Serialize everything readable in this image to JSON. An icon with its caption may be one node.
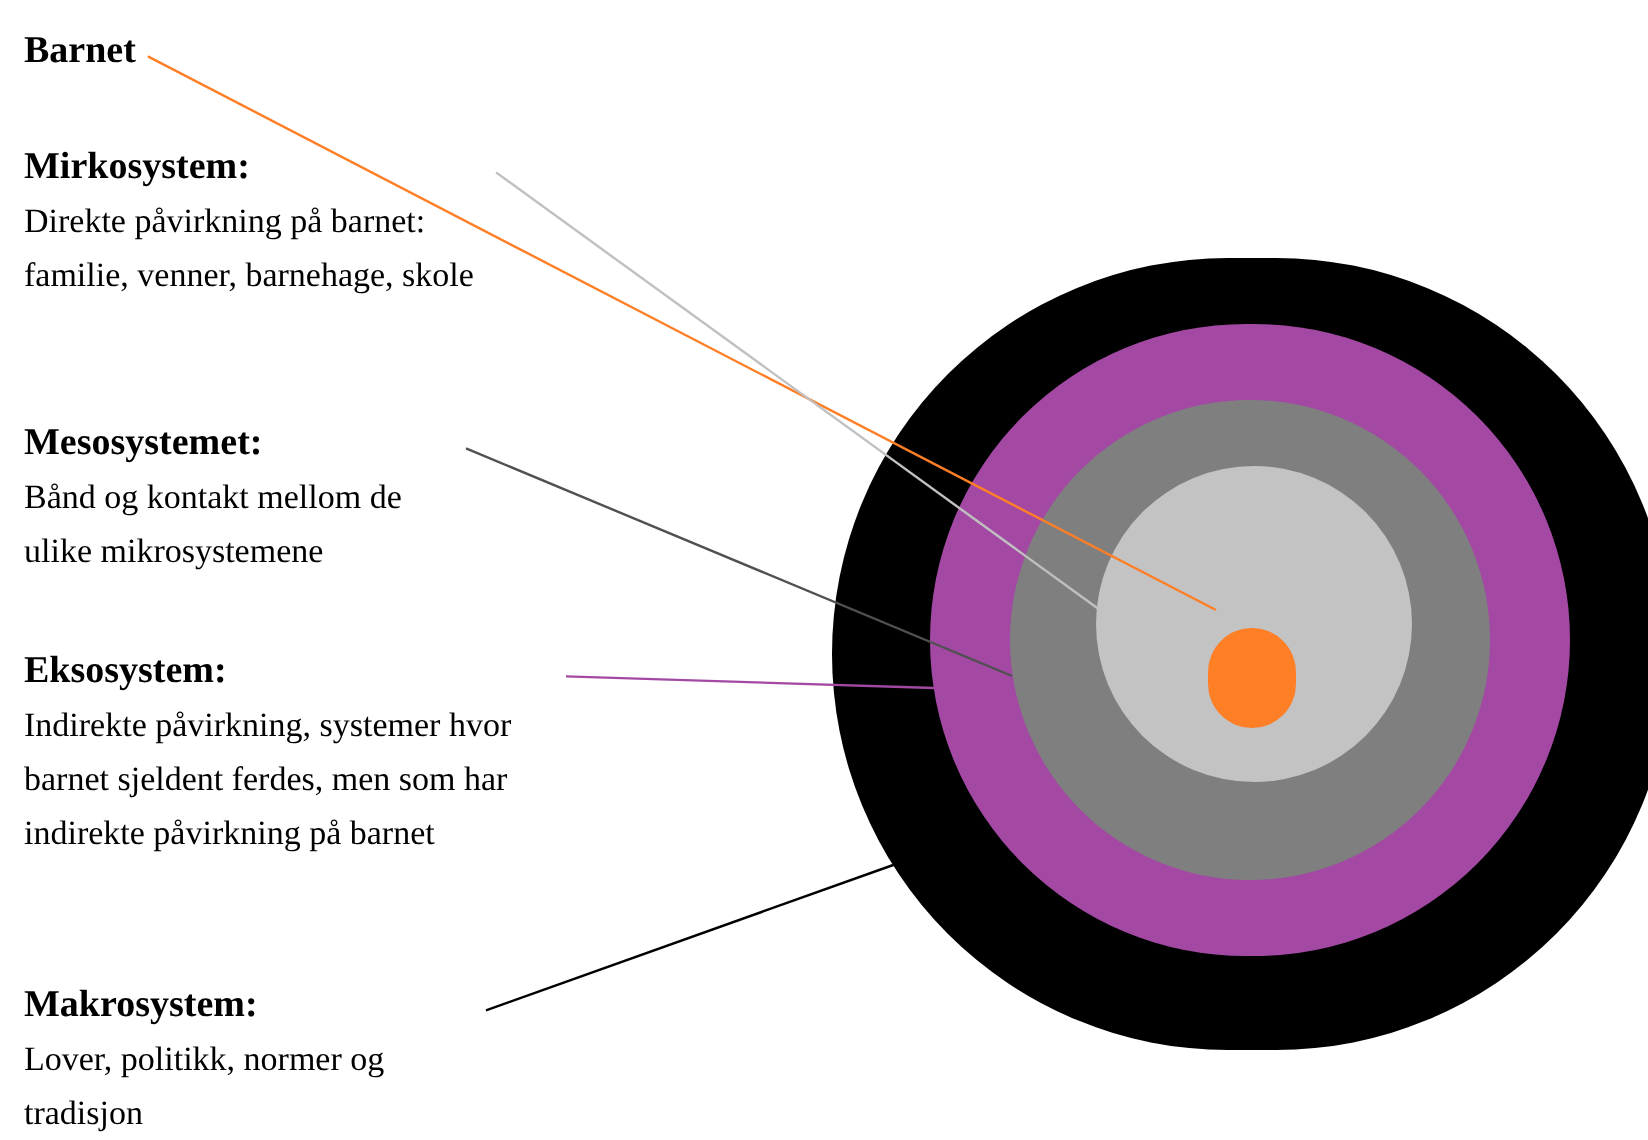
{
  "diagram": {
    "nodes": [
      {
        "text": [
          "Barnet"
        ]
      },
      {
        "text": [
          "Mirkosystem:",
          "Direkte påvirkning på barnet: familie, venner, barnehage, skole"
        ]
      },
      {
        "text": [
          "Mesosystemet:",
          "Bånd og kontakt mellom de ulike mikrosystemene"
        ]
      },
      {
        "text": [
          "Eksosystem:",
          "Indirekte påvirkning, systemer hvor barnet sjeldent ferdes, men som har indirekte påvirkning på barnet"
        ]
      },
      {
        "text": [
          "Makrosystem:",
          "Lover, politikk, normer og tradisjon"
        ]
      },
      {
        "text": [],
        "shape": "circle"
      },
      {
        "text": [],
        "shape": "circle",
        "in": 5
      },
      {
        "text": [],
        "shape": "circle",
        "in": 6
      },
      {
        "text": [],
        "shape": "circle",
        "in": 7
      },
      {
        "text": [],
        "shape": "circle",
        "in": 8
      }
    ],
    "edges": [
      {
        "from": 0,
        "to": 9,
        "arrow": "none",
        "color": "#ff7f27"
      },
      {
        "from": 1,
        "to": 8,
        "arrow": "none",
        "color": "#c0c0c0"
      },
      {
        "from": 2,
        "to": 7,
        "arrow": "none",
        "color": "#505050"
      },
      {
        "from": 3,
        "to": 6,
        "arrow": "none",
        "color": "#a349a4"
      },
      {
        "from": 4,
        "to": 5,
        "arrow": "none",
        "color": "#000000"
      }
    ]
  }
}
